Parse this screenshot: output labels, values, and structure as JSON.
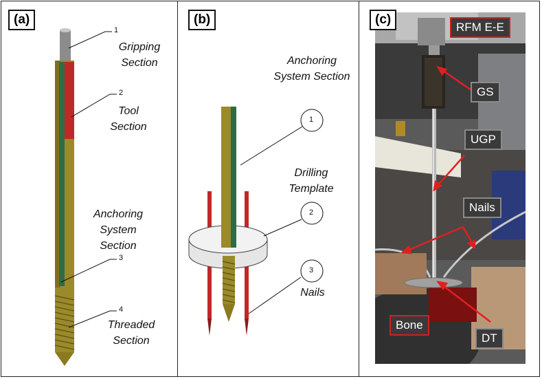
{
  "panels": {
    "a": {
      "tag": "(a)",
      "callouts": [
        {
          "num": "1",
          "label": "Gripping Section"
        },
        {
          "num": "2",
          "label": "Tool Section"
        },
        {
          "num": "3",
          "label": "Anchoring System Section"
        },
        {
          "num": "4",
          "label": "Threaded Section"
        }
      ]
    },
    "b": {
      "tag": "(b)",
      "callouts": [
        {
          "num": "1",
          "label": "Anchoring System Section"
        },
        {
          "num": "2",
          "label": "Drilling Template"
        },
        {
          "num": "3",
          "label": "Nails"
        }
      ]
    },
    "c": {
      "tag": "(c)",
      "labels": [
        "RFM E-E",
        "GS",
        "UGP",
        "Nails",
        "Bone",
        "DT"
      ]
    }
  },
  "colors": {
    "rod_body": "#9a8a2a",
    "tool_red": "#c02828",
    "rod_green": "#2f6b45",
    "grip_gray": "#8c8c8c",
    "arrow_red": "#e02020"
  }
}
